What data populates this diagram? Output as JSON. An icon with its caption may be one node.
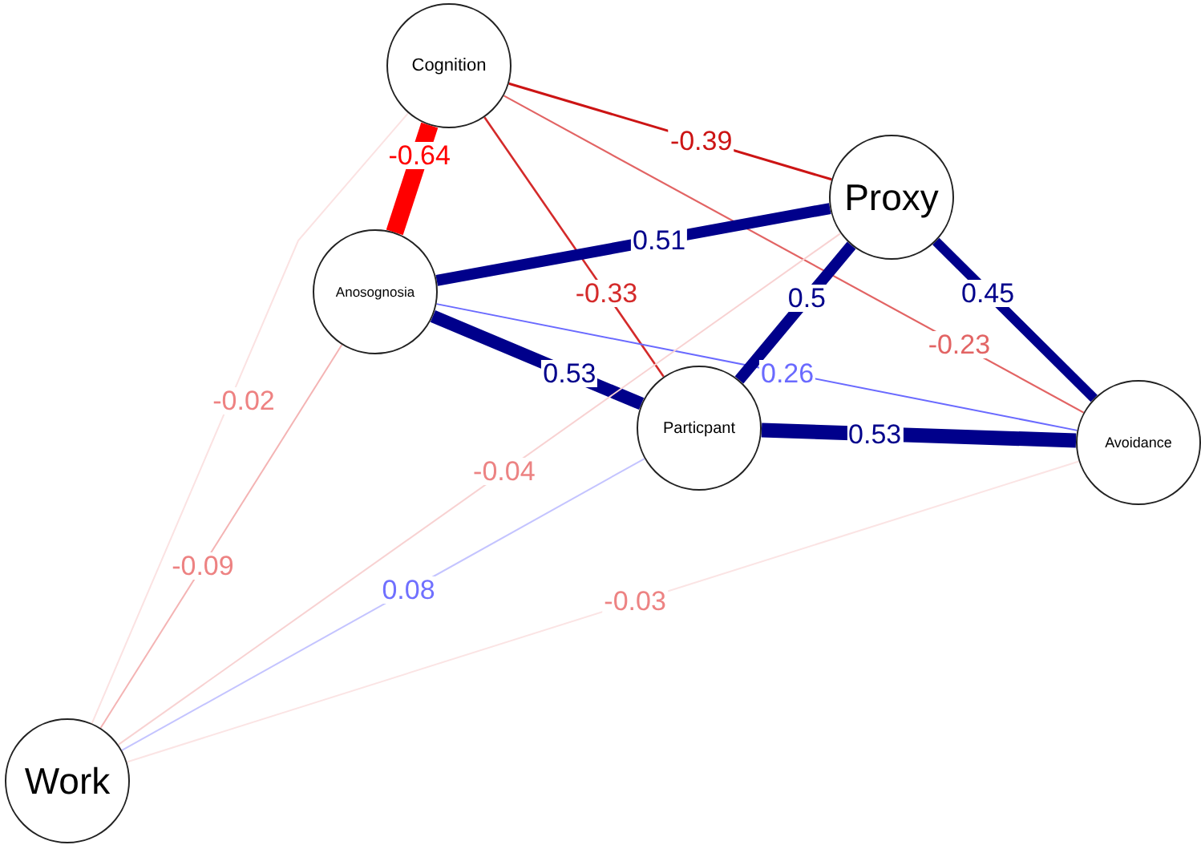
{
  "diagram": {
    "nodes": [
      {
        "text": [
          "Cognition"
        ]
      },
      {
        "text": [
          "Proxy"
        ]
      },
      {
        "text": [
          "Anosognosia"
        ]
      },
      {
        "text": [
          "Particpant"
        ]
      },
      {
        "text": [
          "Avoidance"
        ]
      },
      {
        "text": [
          "Work"
        ]
      }
    ],
    "edges": [
      {
        "from": 0,
        "to": 2,
        "arrow": "none",
        "label": "-0.64",
        "style": "thick",
        "color": "#ff0000"
      },
      {
        "from": 0,
        "to": 1,
        "arrow": "none",
        "label": "-0.39",
        "color": "#cc1414"
      },
      {
        "from": 0,
        "to": 3,
        "arrow": "none",
        "label": "-0.33",
        "color": "#d42a2a"
      },
      {
        "from": 0,
        "to": 4,
        "arrow": "none",
        "label": "-0.23",
        "color": "#e26464"
      },
      {
        "from": 0,
        "to": 5,
        "arrow": "none",
        "label": "-0.02",
        "color": "#fbe2e2"
      },
      {
        "from": 2,
        "to": 1,
        "arrow": "none",
        "label": "0.51",
        "style": "thick",
        "color": "#00008b"
      },
      {
        "from": 2,
        "to": 3,
        "arrow": "none",
        "label": "0.53",
        "style": "thick",
        "color": "#00008b"
      },
      {
        "from": 2,
        "to": 4,
        "arrow": "none",
        "label": "0.26",
        "color": "#6a6aff"
      },
      {
        "from": 2,
        "to": 5,
        "arrow": "none",
        "label": "-0.09",
        "color": "#f4b4b4"
      },
      {
        "from": 1,
        "to": 3,
        "arrow": "none",
        "label": "0.5",
        "style": "thick",
        "color": "#00008b"
      },
      {
        "from": 1,
        "to": 4,
        "arrow": "none",
        "label": "0.45",
        "style": "thick",
        "color": "#00008b"
      },
      {
        "from": 1,
        "to": 5,
        "arrow": "none",
        "label": "-0.04",
        "color": "#f8d2d2"
      },
      {
        "from": 3,
        "to": 4,
        "arrow": "none",
        "label": "0.53",
        "style": "thick",
        "color": "#00008b"
      },
      {
        "from": 3,
        "to": 5,
        "arrow": "none",
        "label": "0.08",
        "color": "#c4c4ff"
      },
      {
        "from": 4,
        "to": 5,
        "arrow": "none",
        "label": "-0.03",
        "color": "#fbe4e4"
      }
    ]
  }
}
